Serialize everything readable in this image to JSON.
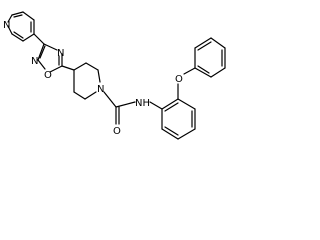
{
  "molecule": {
    "atom_labels": {
      "pyridine_n": "N",
      "oxadiazole_n_top": "N",
      "oxadiazole_n_bottom": "N",
      "oxadiazole_o": "O",
      "piperidine_n": "N",
      "carbonyl_o": "O",
      "amide_nh": "NH",
      "ether_o": "O"
    },
    "rings": [
      "pyridine",
      "1,2,4-oxadiazole",
      "piperidine",
      "benzene",
      "benzene"
    ]
  }
}
